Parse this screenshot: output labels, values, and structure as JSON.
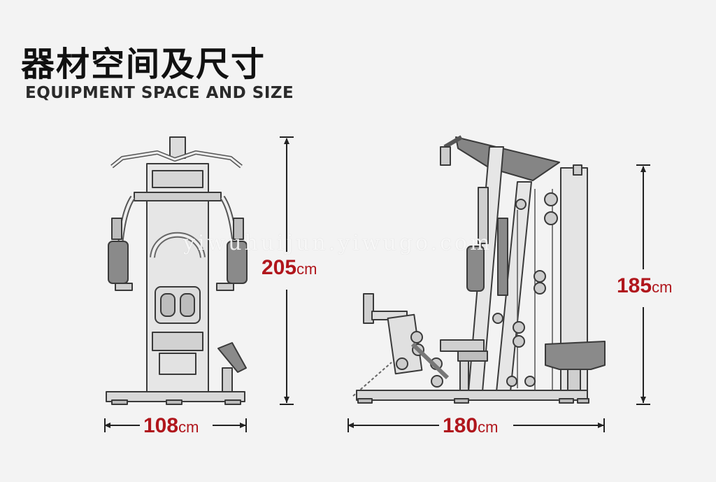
{
  "title": {
    "cn": "器材空间及尺寸",
    "en": "EQUIPMENT SPACE AND SIZE"
  },
  "dimensions": {
    "front_height": {
      "value": "205",
      "unit": "cm"
    },
    "front_width": {
      "value": "108",
      "unit": "cm"
    },
    "side_height": {
      "value": "185",
      "unit": "cm"
    },
    "side_length": {
      "value": "180",
      "unit": "cm"
    }
  },
  "watermark": "yiwuhuijun.yiwugo.com",
  "colors": {
    "background": "#f3f3f3",
    "dimension_text": "#b0161c",
    "line_art": "#3a3a3a",
    "frame_fill": "#e8e8e8",
    "pad_fill": "#8a8a8a"
  }
}
